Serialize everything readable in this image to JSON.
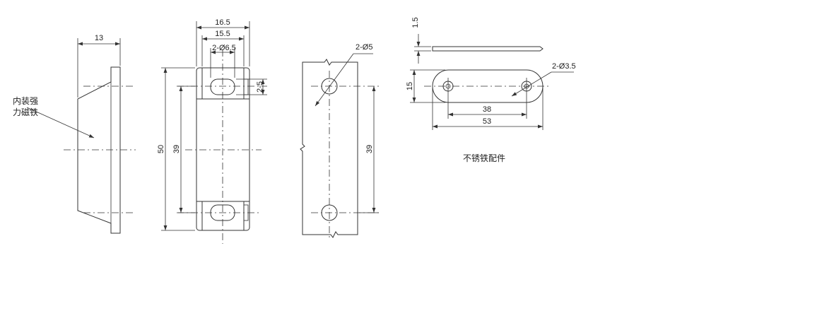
{
  "labels": {
    "magnet_note_line1": "内装强",
    "magnet_note_line2": "力磁铁",
    "stainless_note": "不锈铁配件"
  },
  "dimensions": {
    "side_width": "13",
    "front_overall_width": "16.5",
    "front_inner_width": "15.5",
    "front_slot": "2-Ø6.5",
    "front_slot_height": "2-5",
    "front_height": "50",
    "front_hole_pitch": "39",
    "plate_holes": "2-Ø5",
    "plate_hole_pitch": "39",
    "strike_thickness": "1.5",
    "strike_width": "15",
    "strike_holes": "2-Ø3.5",
    "strike_hole_pitch": "38",
    "strike_length": "53"
  },
  "colors": {
    "line": "#333333",
    "text": "#222222",
    "background": "#ffffff"
  }
}
